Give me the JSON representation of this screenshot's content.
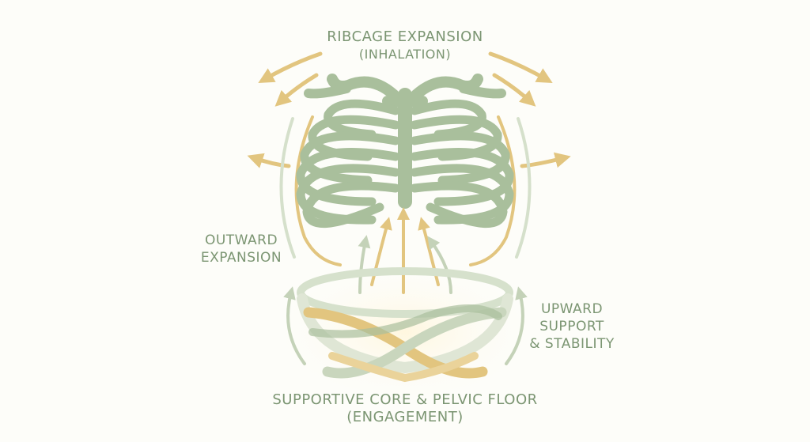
{
  "title": {
    "line1": "RIBCAGE EXPANSION",
    "line2": "(INHALATION)"
  },
  "left_label": {
    "line1": "OUTWARD",
    "line2": "EXPANSION"
  },
  "right_label": {
    "line1": "UPWARD",
    "line2": "SUPPORT",
    "line3": "& STABILITY"
  },
  "bottom_label": {
    "line1": "SUPPORTIVE CORE & PELVIC FLOOR",
    "line2": "(ENGAGEMENT)"
  },
  "colors": {
    "bone": "#a9bf9c",
    "gold": "#e2c57f",
    "text": "#7b9572",
    "background": "#fdfdf9"
  }
}
